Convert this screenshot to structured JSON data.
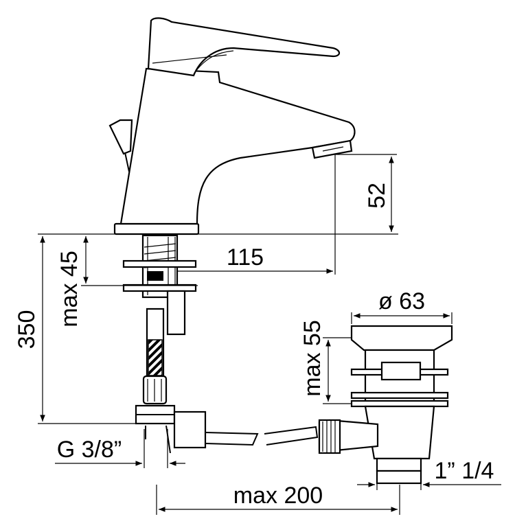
{
  "dimensions": {
    "spout_height": "52",
    "spout_reach": "115",
    "max_deck_thickness": "max 45",
    "total_height": "350",
    "waste_diameter": "ø 63",
    "waste_max": "max 55",
    "connection_thread": "G 3/8”",
    "waste_thread": "1” 1/4",
    "max_waste_distance": "max 200"
  },
  "colors": {
    "ink": "#000000",
    "paper": "#ffffff"
  }
}
